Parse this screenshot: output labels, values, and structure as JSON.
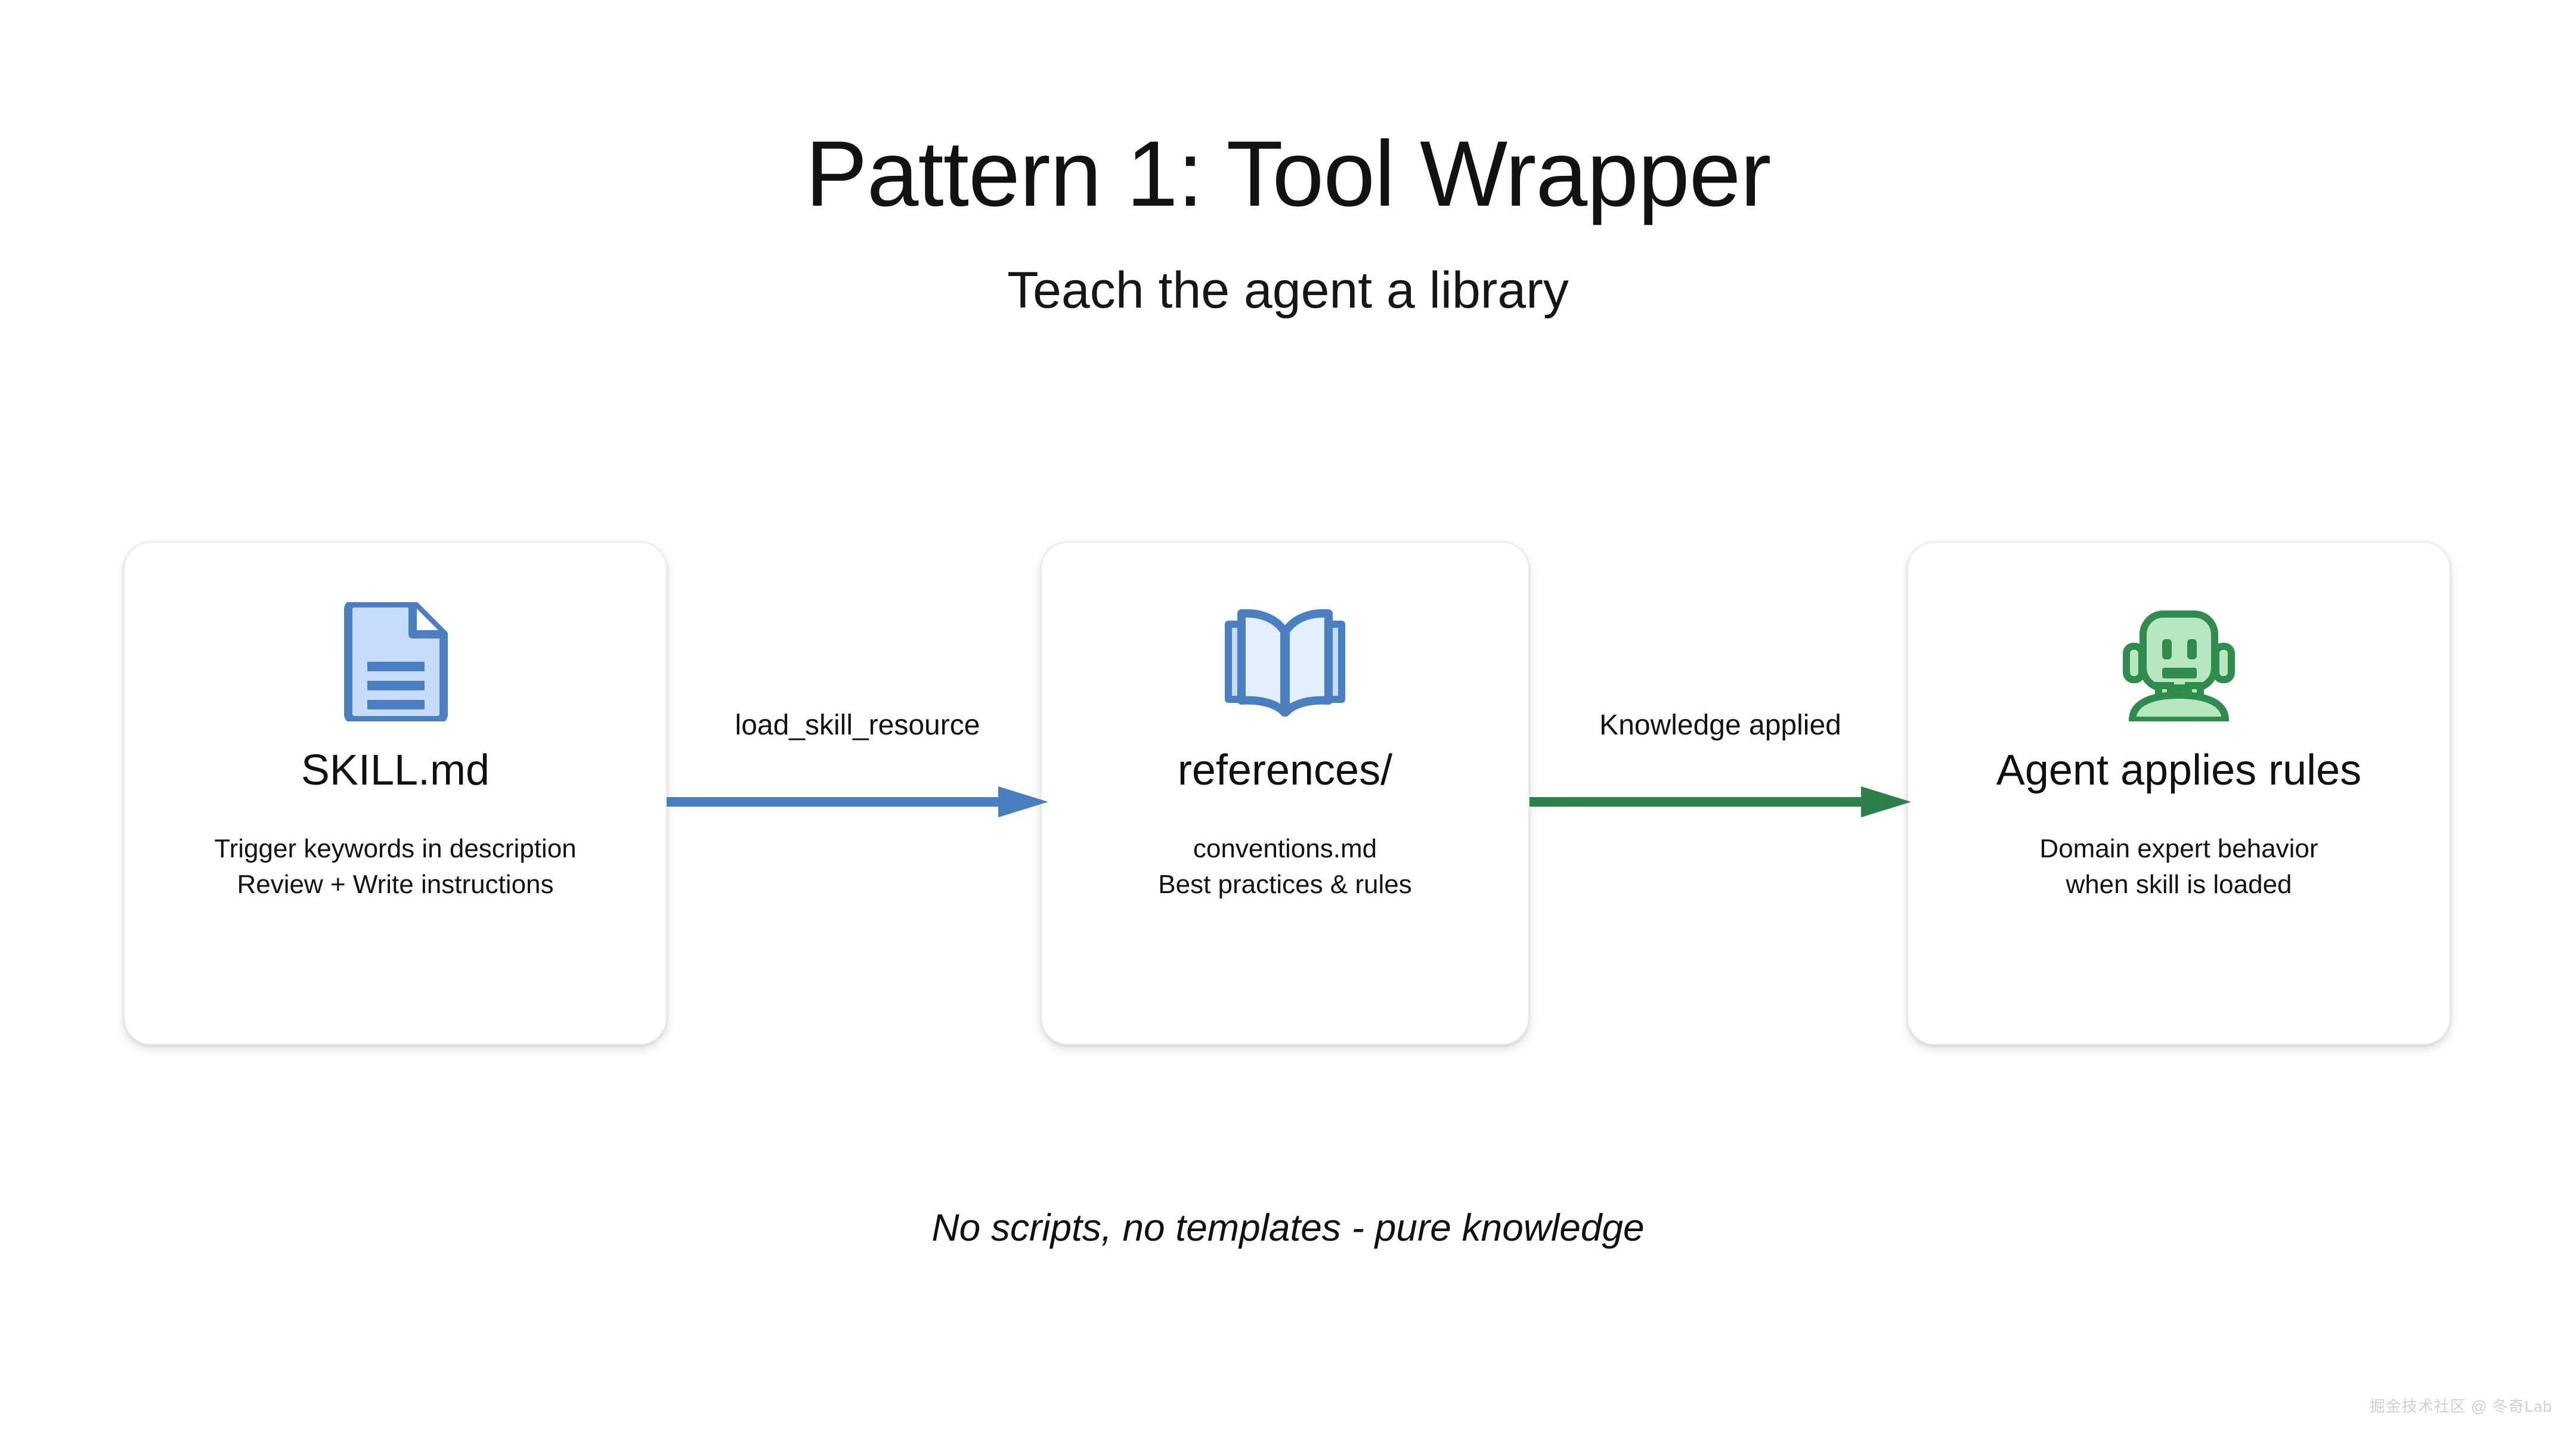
{
  "header": {
    "title": "Pattern 1: Tool Wrapper",
    "subtitle": "Teach the agent a library"
  },
  "colors": {
    "blue_outline": "#4a7fc1",
    "blue_fill": "#c6dcfa",
    "blue_arrow": "#4a7fbf",
    "green_outline": "#2f8c4e",
    "green_fill": "#b7e6c0",
    "green_arrow": "#2d8049",
    "card_border": "#e8e8e8",
    "text": "#121212",
    "watermark": "#cfcfcf"
  },
  "cards": [
    {
      "icon": "document-icon",
      "title": "SKILL.md",
      "description": "Trigger keywords in description\nReview + Write instructions"
    },
    {
      "icon": "open-book-icon",
      "title": "references/",
      "description": "conventions.md\nBest practices & rules"
    },
    {
      "icon": "robot-icon",
      "title": "Agent applies rules",
      "description": "Domain expert behavior\nwhen skill is loaded"
    }
  ],
  "arrows": [
    {
      "label": "load_skill_resource",
      "color": "#4a7fbf"
    },
    {
      "label": "Knowledge applied",
      "color": "#2d8049"
    }
  ],
  "footer": {
    "note": "No scripts, no templates - pure knowledge"
  },
  "watermark": {
    "text": "掘金技术社区 @ 冬奇Lab"
  },
  "chart_data": {
    "type": "diagram",
    "title": "Pattern 1: Tool Wrapper",
    "subtitle": "Teach the agent a library",
    "nodes": [
      {
        "id": "skill",
        "label": "SKILL.md",
        "icon": "document-icon",
        "detail": "Trigger keywords in description\nReview + Write instructions"
      },
      {
        "id": "references",
        "label": "references/",
        "icon": "open-book-icon",
        "detail": "conventions.md\nBest practices & rules"
      },
      {
        "id": "agent",
        "label": "Agent applies rules",
        "icon": "robot-icon",
        "detail": "Domain expert behavior\nwhen skill is loaded"
      }
    ],
    "edges": [
      {
        "from": "skill",
        "to": "references",
        "label": "load_skill_resource",
        "color": "#4a7fbf"
      },
      {
        "from": "references",
        "to": "agent",
        "label": "Knowledge applied",
        "color": "#2d8049"
      }
    ],
    "annotation": "No scripts, no templates - pure knowledge"
  }
}
